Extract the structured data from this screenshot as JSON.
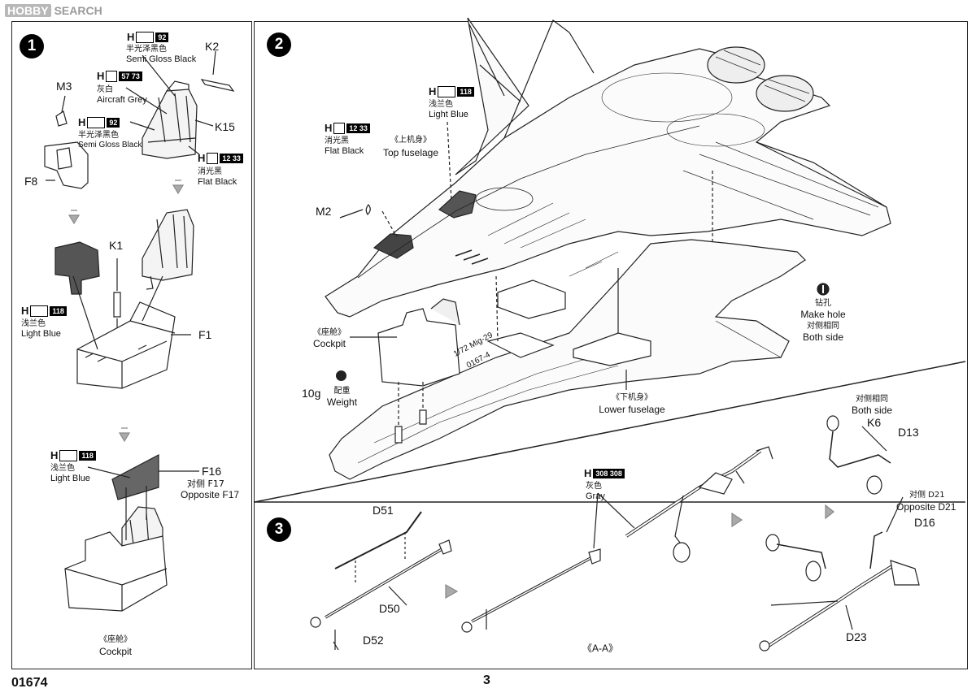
{
  "watermark": {
    "brand": "HOBBY",
    "suffix": "SEARCH"
  },
  "step1": {
    "number": "1",
    "paint_top": {
      "letter": "H",
      "code": "92",
      "cn": "半光泽黑色",
      "en": "Semi Gloss Black"
    },
    "paint_grey": {
      "letter": "H",
      "code": "57 73",
      "cn": "灰白",
      "en": "Aircraft Grey"
    },
    "paint_semi2": {
      "letter": "H",
      "code": "92",
      "cn": "半光泽黑色",
      "en": "Semi Gloss Black"
    },
    "paint_flat": {
      "letter": "H",
      "code": "12 33",
      "cn": "消光黑",
      "en": "Flat Black"
    },
    "paint_blue1": {
      "letter": "H",
      "code": "118",
      "cn": "浅兰色",
      "en": "Light Blue"
    },
    "paint_blue2": {
      "letter": "H",
      "code": "118",
      "cn": "浅兰色",
      "en": "Light Blue"
    },
    "parts": {
      "m3": "M3",
      "k2": "K2",
      "k15": "K15",
      "f8": "F8",
      "k1": "K1",
      "f1": "F1",
      "f16": "F16"
    },
    "opposite_cn": "对侧  F17",
    "opposite_en": "Opposite F17",
    "cockpit_cn": "《座舱》",
    "cockpit_en": "Cockpit"
  },
  "step2": {
    "number": "2",
    "paint_blue": {
      "letter": "H",
      "code": "118",
      "cn": "浅兰色",
      "en": "Light Blue"
    },
    "paint_flat": {
      "letter": "H",
      "code": "12 33",
      "cn": "消光黑",
      "en": "Flat Black"
    },
    "top_fuselage_cn": "《上机身》",
    "top_fuselage_en": "Top  fuselage",
    "m2": "M2",
    "drill_cn": "钻孔",
    "drill_en": "Make hole",
    "both_cn": "对侧相同",
    "both_en": "Both side",
    "cockpit_cn": "《座舱》",
    "cockpit_en": "Cockpit",
    "weight_g": "10g",
    "weight_cn": "配重",
    "weight_en": "Weight",
    "lower_cn": "《下机身》",
    "lower_en": "Lower fuselage",
    "fuselage_print": "1/72 Mig-29",
    "fuselage_print2": "0167-4"
  },
  "step3": {
    "number": "3",
    "parts": {
      "d51": "D51",
      "d50": "D50",
      "d52": "D52",
      "k6": "K6",
      "d13": "D13",
      "d16": "D16",
      "d23": "D23"
    },
    "paint_gray": {
      "letter": "H",
      "code": "308 308",
      "cn": "灰色",
      "en": "Gray"
    },
    "both_cn": "对侧相同",
    "both_en": "Both side",
    "opp_cn": "对侧 D21",
    "opp_en": "Opposite D21",
    "section": "《A-A》"
  },
  "footer": {
    "product_code": "01674",
    "page_number": "3"
  }
}
